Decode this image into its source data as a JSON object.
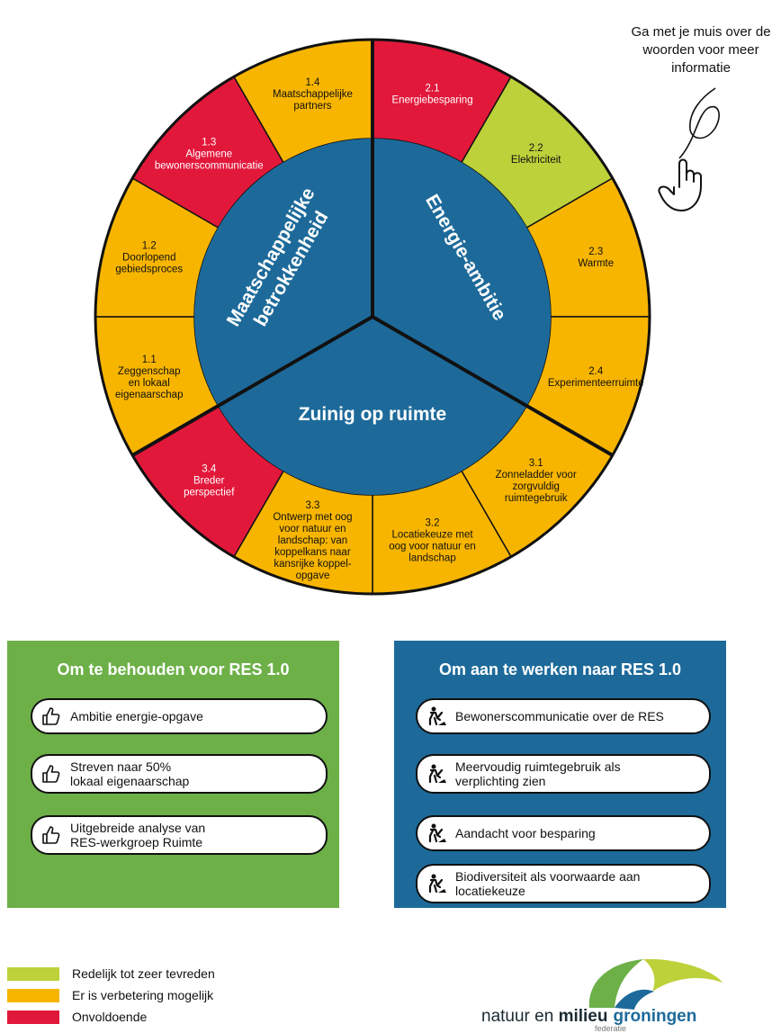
{
  "colors": {
    "green": "#bdd13a",
    "orange": "#f7b500",
    "red": "#e2183b",
    "blue": "#1d6a9a",
    "panel_green": "#6db048",
    "panel_blue": "#1d6a9a"
  },
  "wheel": {
    "centers": [
      {
        "lines": [
          "Maatschappelijke",
          "betrokkenheid"
        ]
      },
      {
        "lines": [
          "Energie-ambitie"
        ]
      },
      {
        "lines": [
          "Zuinig op ruimte"
        ]
      }
    ],
    "segments": [
      {
        "num": "2.1",
        "lines": [
          "Energiebesparing"
        ],
        "rating": "red"
      },
      {
        "num": "2.2",
        "lines": [
          "Elektriciteit"
        ],
        "rating": "green"
      },
      {
        "num": "2.3",
        "lines": [
          "Warmte"
        ],
        "rating": "orange"
      },
      {
        "num": "2.4",
        "lines": [
          "Experimenteerruimte"
        ],
        "rating": "orange"
      },
      {
        "num": "3.1",
        "lines": [
          "Zonneladder voor",
          "zorgvuldig",
          "ruimtegebruik"
        ],
        "rating": "orange"
      },
      {
        "num": "3.2",
        "lines": [
          "Locatiekeuze met",
          "oog voor natuur en",
          "landschap"
        ],
        "rating": "orange"
      },
      {
        "num": "3.3",
        "lines": [
          "Ontwerp met oog",
          "voor natuur en",
          "landschap: van",
          "koppelkans naar",
          "kansrijke koppel-",
          "opgave"
        ],
        "rating": "orange"
      },
      {
        "num": "3.4",
        "lines": [
          "Breder",
          "perspectief"
        ],
        "rating": "red"
      },
      {
        "num": "1.1",
        "lines": [
          "Zeggenschap",
          "en lokaal",
          "eigenaarschap"
        ],
        "rating": "orange"
      },
      {
        "num": "1.2",
        "lines": [
          "Doorlopend",
          "gebiedsproces"
        ],
        "rating": "orange"
      },
      {
        "num": "1.3",
        "lines": [
          "Algemene",
          "bewonerscommunicatie"
        ],
        "rating": "red"
      },
      {
        "num": "1.4",
        "lines": [
          "Maatschappelijke",
          "partners"
        ],
        "rating": "orange"
      }
    ]
  },
  "hint": {
    "text": "Ga met je muis over de woorden voor meer informatie",
    "icon": "hand-pointer-icon"
  },
  "keep_panel": {
    "title": "Om te behouden voor RES 1.0",
    "icon": "thumbs-up-icon",
    "items": [
      "Ambitie energie-opgave",
      "Streven naar 50%\nlokaal eigenaarschap",
      "Uitgebreide analyse van\nRES-werkgroep Ruimte"
    ]
  },
  "work_panel": {
    "title": "Om aan te werken naar RES 1.0",
    "icon": "construction-worker-icon",
    "items": [
      "Bewonerscommunicatie over de RES",
      "Meervoudig ruimtegebruik als\nverplichting zien",
      "Aandacht voor besparing",
      "Biodiversiteit als voorwaarde aan\nlocatiekeuze"
    ]
  },
  "legend": [
    {
      "label": "Redelijk tot zeer tevreden",
      "color": "#bdd13a"
    },
    {
      "label": "Er is verbetering mogelijk",
      "color": "#f7b500"
    },
    {
      "label": "Onvoldoende",
      "color": "#e2183b"
    }
  ],
  "logo": {
    "part1": "natuur en ",
    "part2": "milieu",
    "part3": "groningen",
    "sub": "federatie"
  }
}
